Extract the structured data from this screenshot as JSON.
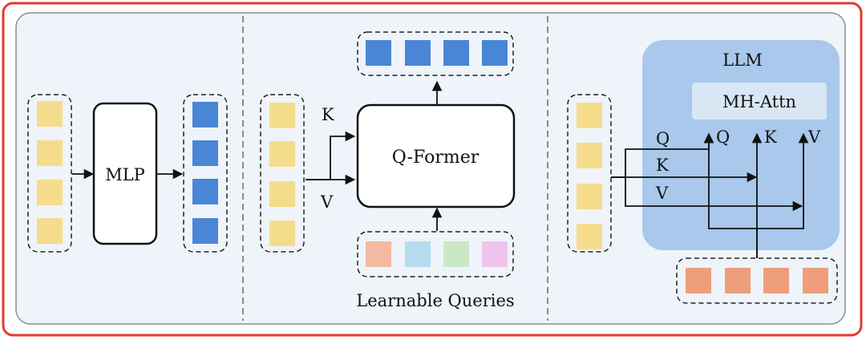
{
  "colors": {
    "frame_red": "#e53a2c",
    "panel_bg": "#eef4f9",
    "panel_border": "#8c8c8c",
    "visual_token": "#f5dc8c",
    "projected_token": "#4a86d6",
    "llm_region": "#a9c8ec",
    "attn_box": "#d9e6f4",
    "query_colors": [
      "#f3b9a3",
      "#b5dcef",
      "#cbe8c6",
      "#f0c4ec"
    ],
    "text_token": "#ef9e7b"
  },
  "panel1": {
    "block_label": "MLP"
  },
  "panel2": {
    "block_label": "Q-Former",
    "k_label": "K",
    "v_label": "V",
    "queries_caption": "Learnable Queries"
  },
  "panel3": {
    "llm_label": "LLM",
    "attn_label": "MH-Attn",
    "q_in": "Q",
    "k_in": "K",
    "v_in": "V",
    "q_side": "Q",
    "k_side": "K",
    "v_side": "V"
  }
}
